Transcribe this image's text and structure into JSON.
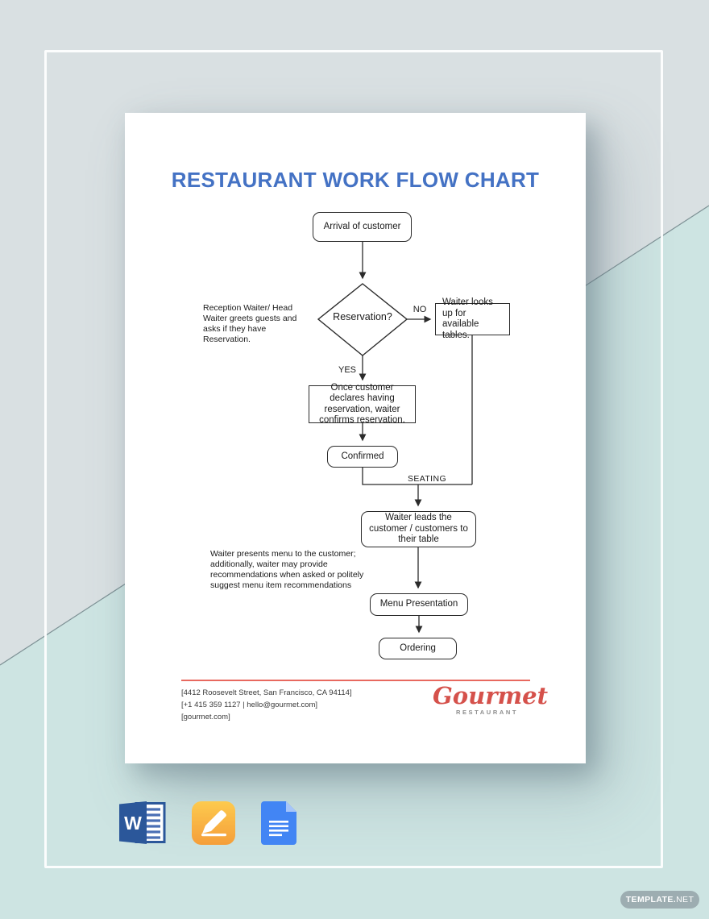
{
  "doc": {
    "title": "RESTAURANT WORK FLOW CHART"
  },
  "flow": {
    "arrival": "Arrival of customer",
    "reservation": "Reservation?",
    "lookup": "Waiter looks up for available tables.",
    "confirm": "Once customer declares having reservation, waiter confirms reservation.",
    "confirmed": "Confirmed",
    "leads": "Waiter leads the customer / customers to their table",
    "menu": "Menu Presentation",
    "ordering": "Ordering",
    "labels": {
      "no": "NO",
      "yes": "YES",
      "seating": "SEATING"
    },
    "notes": {
      "reception": "Reception Waiter/ Head Waiter greets guests and asks if they have Reservation.",
      "menu_presentation": "Waiter presents menu to the customer; additionally, waiter may provide recommendations when asked or politely suggest menu item recommendations"
    }
  },
  "footer": {
    "address": "[4412 Roosevelt Street, San Francisco, CA 94114]",
    "contact": "[+1 415 359 1127 | hello@gourmet.com]",
    "website": "[gourmet.com]",
    "logo": {
      "name": "Gourmet",
      "tagline": "RESTAURANT"
    }
  },
  "icons": {
    "word_letter": "W",
    "word_name": "Microsoft Word",
    "pages_name": "Apple Pages",
    "docs_name": "Google Docs"
  },
  "watermark": {
    "bold": "TEMPLATE.",
    "rest": "NET"
  },
  "colors": {
    "title_blue": "#4472C4",
    "logo_red": "#D5514B",
    "divider_red": "#E8695F",
    "bg_gray": "#D9E0E2",
    "bg_teal": "#CDE4E2",
    "word_blue": "#2B579A",
    "pages_orange": "#F7A33C",
    "docs_blue": "#4285F4",
    "watermark_gray": "#94A3A8"
  }
}
